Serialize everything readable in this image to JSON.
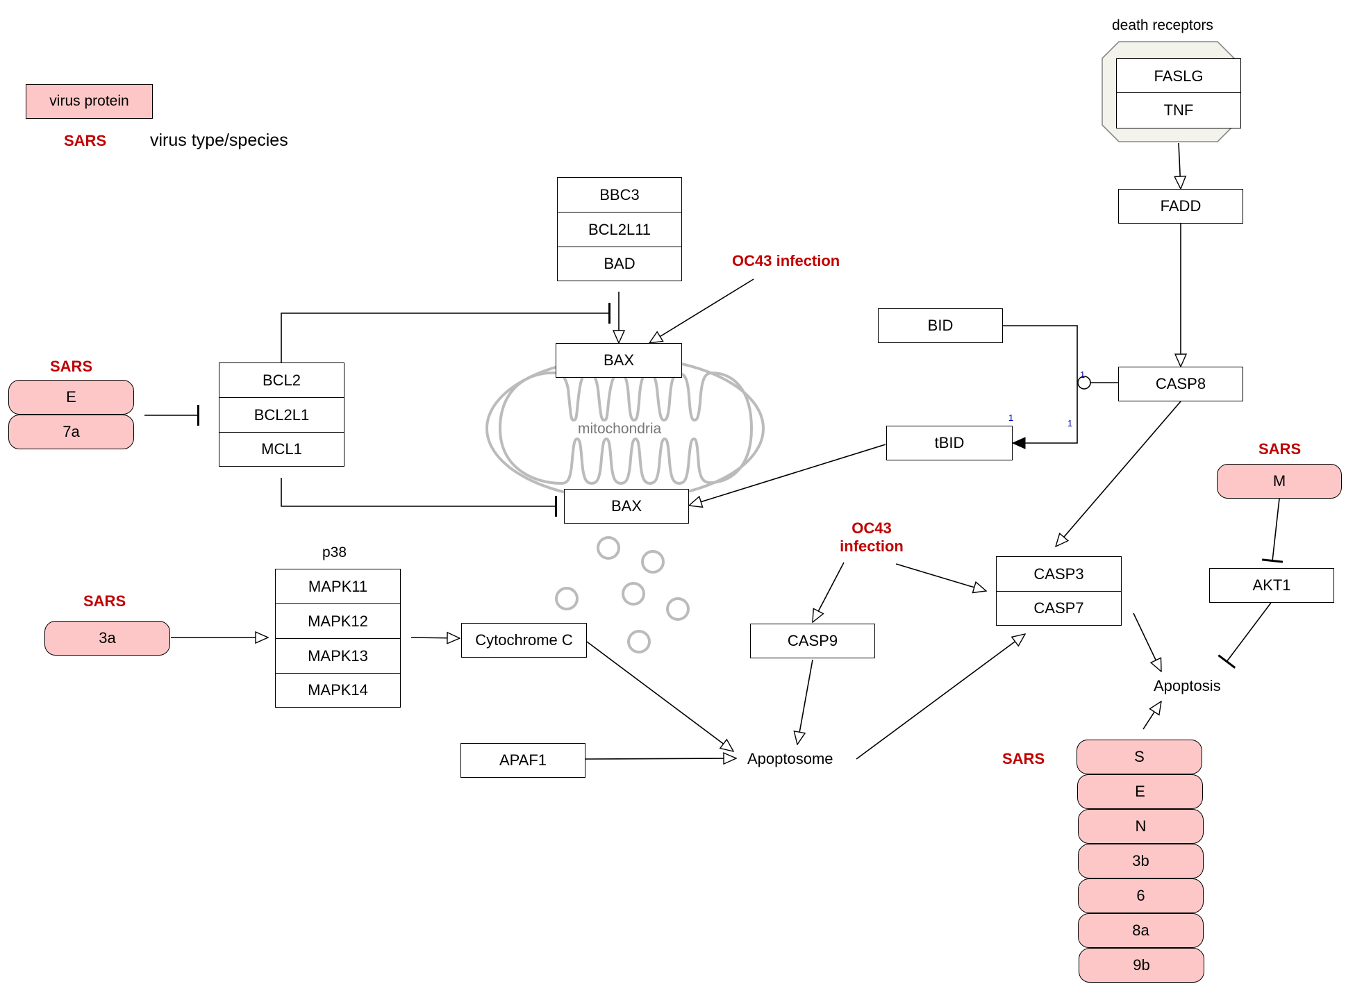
{
  "legend": {
    "virus_protein_label": "virus protein",
    "species_tag": "SARS",
    "species_desc": "virus type/species"
  },
  "labels": {
    "death_receptors": "death receptors",
    "p38": "p38",
    "mitochondria": "mitochondria",
    "apoptosome": "Apoptosome",
    "apoptosis": "Apoptosis",
    "oc43_top": "OC43 infection",
    "oc43_mid_line1": "OC43",
    "oc43_mid_line2": "infection",
    "sars_left": "SARS",
    "sars_3a": "SARS",
    "sars_m": "SARS",
    "sars_bottom": "SARS",
    "num_a": "1",
    "num_b": "1",
    "num_c": "1"
  },
  "genes": {
    "fasl": "FASLG",
    "tnf": "TNF",
    "fadd": "FADD",
    "bbc3": "BBC3",
    "bcl2l11": "BCL2L11",
    "bad": "BAD",
    "bax_top": "BAX",
    "bax_bottom": "BAX",
    "bcl2": "BCL2",
    "bcl2l1": "BCL2L1",
    "mcl1": "MCL1",
    "bid": "BID",
    "casp8": "CASP8",
    "tbid": "tBID",
    "mapk11": "MAPK11",
    "mapk12": "MAPK12",
    "mapk13": "MAPK13",
    "mapk14": "MAPK14",
    "cytc": "Cytochrome C",
    "apaf1": "APAF1",
    "casp9": "CASP9",
    "casp3": "CASP3",
    "casp7": "CASP7",
    "akt1": "AKT1"
  },
  "virus_proteins": {
    "e_left": "E",
    "p7a": "7a",
    "p3a": "3a",
    "m": "M",
    "s": "S",
    "e": "E",
    "n": "N",
    "p3b": "3b",
    "p6": "6",
    "p8a": "8a",
    "p9b": "9b"
  },
  "colors": {
    "virus_fill": "#fdc7c7",
    "virus_label": "#c00000",
    "mitochondria": "#bbbbbb",
    "receptor_group_fill": "#f3f3ec"
  }
}
